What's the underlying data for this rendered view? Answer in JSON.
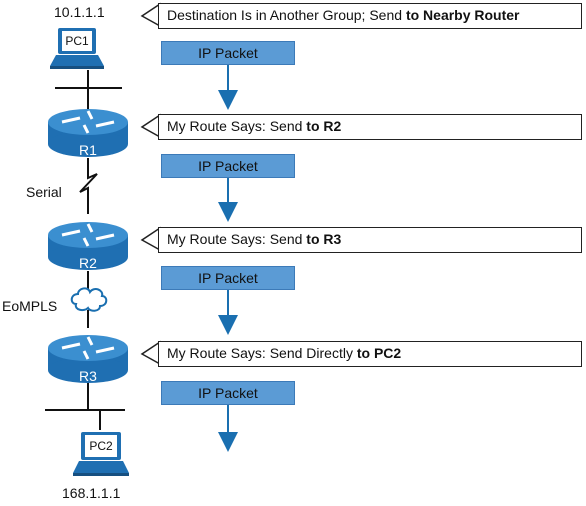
{
  "hosts": {
    "pc1": {
      "name": "PC1",
      "ip": "10.1.1.1"
    },
    "pc2": {
      "name": "PC2",
      "ip": "168.1.1.1"
    }
  },
  "routers": [
    {
      "name": "R1"
    },
    {
      "name": "R2"
    },
    {
      "name": "R3"
    }
  ],
  "links": {
    "r1_r2": "Serial",
    "r2_r3": "EoMPLS"
  },
  "callouts": [
    {
      "text": "Destination Is in Another Group; Send ",
      "bold": "to Nearby Router"
    },
    {
      "text": "My Route Says: Send ",
      "bold": "to R2"
    },
    {
      "text": "My Route Says: Send ",
      "bold": "to R3"
    },
    {
      "text": "My Route Says: Send Directly ",
      "bold": "to PC2"
    }
  ],
  "packets": [
    {
      "label": "IP Packet"
    },
    {
      "label": "IP Packet"
    },
    {
      "label": "IP Packet"
    },
    {
      "label": "IP Packet"
    }
  ],
  "colors": {
    "router_body": "#1f6fb2",
    "router_top": "#3b8fd0",
    "packet_fill": "#5b9bd5",
    "arrow": "#1a6fb0",
    "pc_body": "#1f6fb2"
  }
}
